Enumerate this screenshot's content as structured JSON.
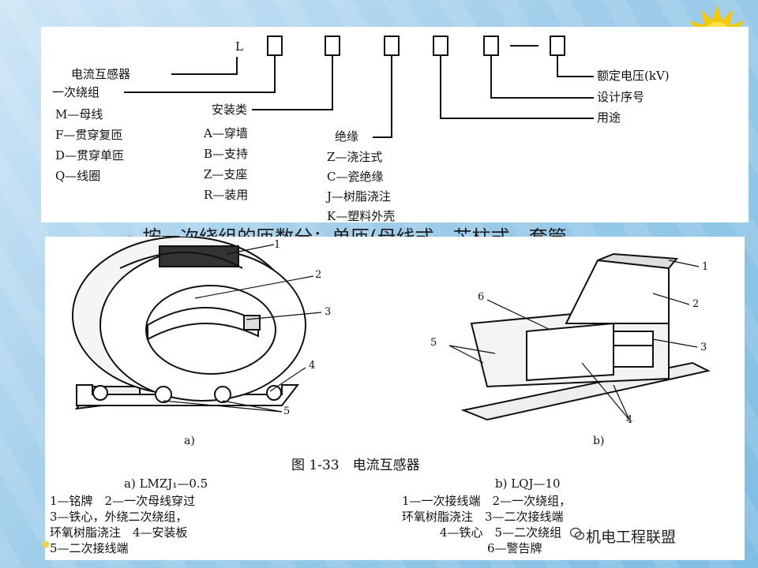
{
  "code_diagram": {
    "prefix": "L",
    "name_label": "电流互感器",
    "primary_label": "一次绕组",
    "primary_options": [
      "M—母线",
      "F—贯穿复匝",
      "D—贯穿单匝",
      "Q—线圈"
    ],
    "install_label": "安装类",
    "install_options": [
      "A—穿墙",
      "B—支持",
      "Z—支座",
      "R—装用"
    ],
    "insulation_label": "绝缘",
    "insulation_options": [
      "Z—浇注式",
      "C—瓷绝缘",
      "J—树脂浇注",
      "K—塑料外壳"
    ],
    "usage_label": "用途",
    "design_label": "设计序号",
    "voltage_label": "额定电压(kV)"
  },
  "bullet_text": "按一次绕组的匝数分：单匝(母线式、芯柱式、套管",
  "figure": {
    "sub_a": "a)",
    "sub_b": "b)",
    "caption": "图 1-33　电流互感器",
    "model_a": "a) LMZJ₁—0.5",
    "model_b": "b) LQJ—10",
    "legend_a": [
      "1—铭牌　2—一次母线穿过",
      "3—铁心，外绕二次绕组，",
      "环氧树脂浇注　4—安装板",
      "5—二次接线端"
    ],
    "legend_b": [
      "1—一次接线端　2—一次绕组，",
      "环氧树脂浇注　3—二次接线端",
      "4—铁心　5—二次绕组",
      "6—警告牌"
    ],
    "labels_a": [
      "1",
      "2",
      "3",
      "4",
      "5"
    ],
    "labels_b": [
      "1",
      "2",
      "3",
      "4",
      "5",
      "6"
    ]
  },
  "watermark": "机电工程联盟",
  "decor_text": "oo"
}
